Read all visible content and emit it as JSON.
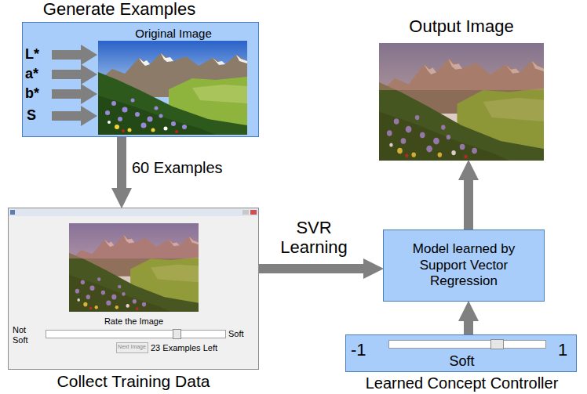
{
  "diagram": {
    "nodes": [
      {
        "text": [
          "Generate Examples",
          "Original Image"
        ]
      },
      {
        "text": [
          "Output Image"
        ]
      },
      {
        "text": [
          "Rate the Image",
          "Not Soft",
          "Soft",
          "Next Image",
          "23 Examples Left",
          "Collect Training Data"
        ]
      },
      {
        "text": [
          "Model learned by Support Vector Regression"
        ]
      },
      {
        "text": [
          "-1",
          "1",
          "Soft",
          "Learned Concept Controller"
        ]
      }
    ],
    "edges": [
      {
        "from": 0,
        "to": 2,
        "arrow": "to",
        "label": "60 Examples"
      },
      {
        "from": 2,
        "to": 3,
        "arrow": "to",
        "label": "SVR Learning"
      },
      {
        "from": 4,
        "to": 3,
        "arrow": "to"
      },
      {
        "from": 3,
        "to": 1,
        "arrow": "to"
      }
    ],
    "labels": [
      "L*",
      "a*",
      "b*",
      "S"
    ]
  }
}
